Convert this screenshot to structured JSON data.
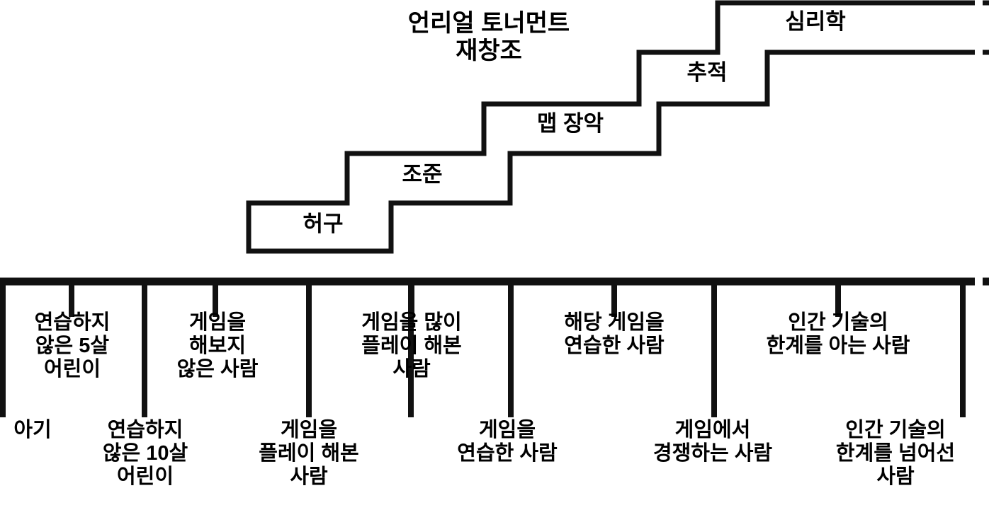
{
  "diagram": {
    "title": "언리얼 토너먼트\n재창조",
    "title_line1": "언리얼 토너먼트",
    "title_line2": "재창조",
    "stroke_color": "#111111",
    "background_color": "#ffffff",
    "staircase": {
      "continues_right": true,
      "steps": [
        {
          "label": "허구"
        },
        {
          "label": "조준"
        },
        {
          "label": "맵 장악"
        },
        {
          "label": "추적"
        },
        {
          "label": "심리학"
        }
      ]
    },
    "axis": {
      "continues_right": true,
      "labels_upper": [
        "연습하지\n않은 5살\n어린이",
        "게임을\n해보지\n않은 사람",
        "게임을 많이\n플레이 해본\n사람",
        "해당 게임을\n연습한 사람",
        "인간 기술의\n한계를 아는 사람"
      ],
      "labels_lower": [
        "아기",
        "연습하지\n않은 10살\n어린이",
        "게임을\n플레이 해본\n사람",
        "게임을\n연습한 사람",
        "게임에서\n경쟁하는 사람",
        "인간 기술의\n한계를 넘어선\n사람"
      ]
    }
  }
}
